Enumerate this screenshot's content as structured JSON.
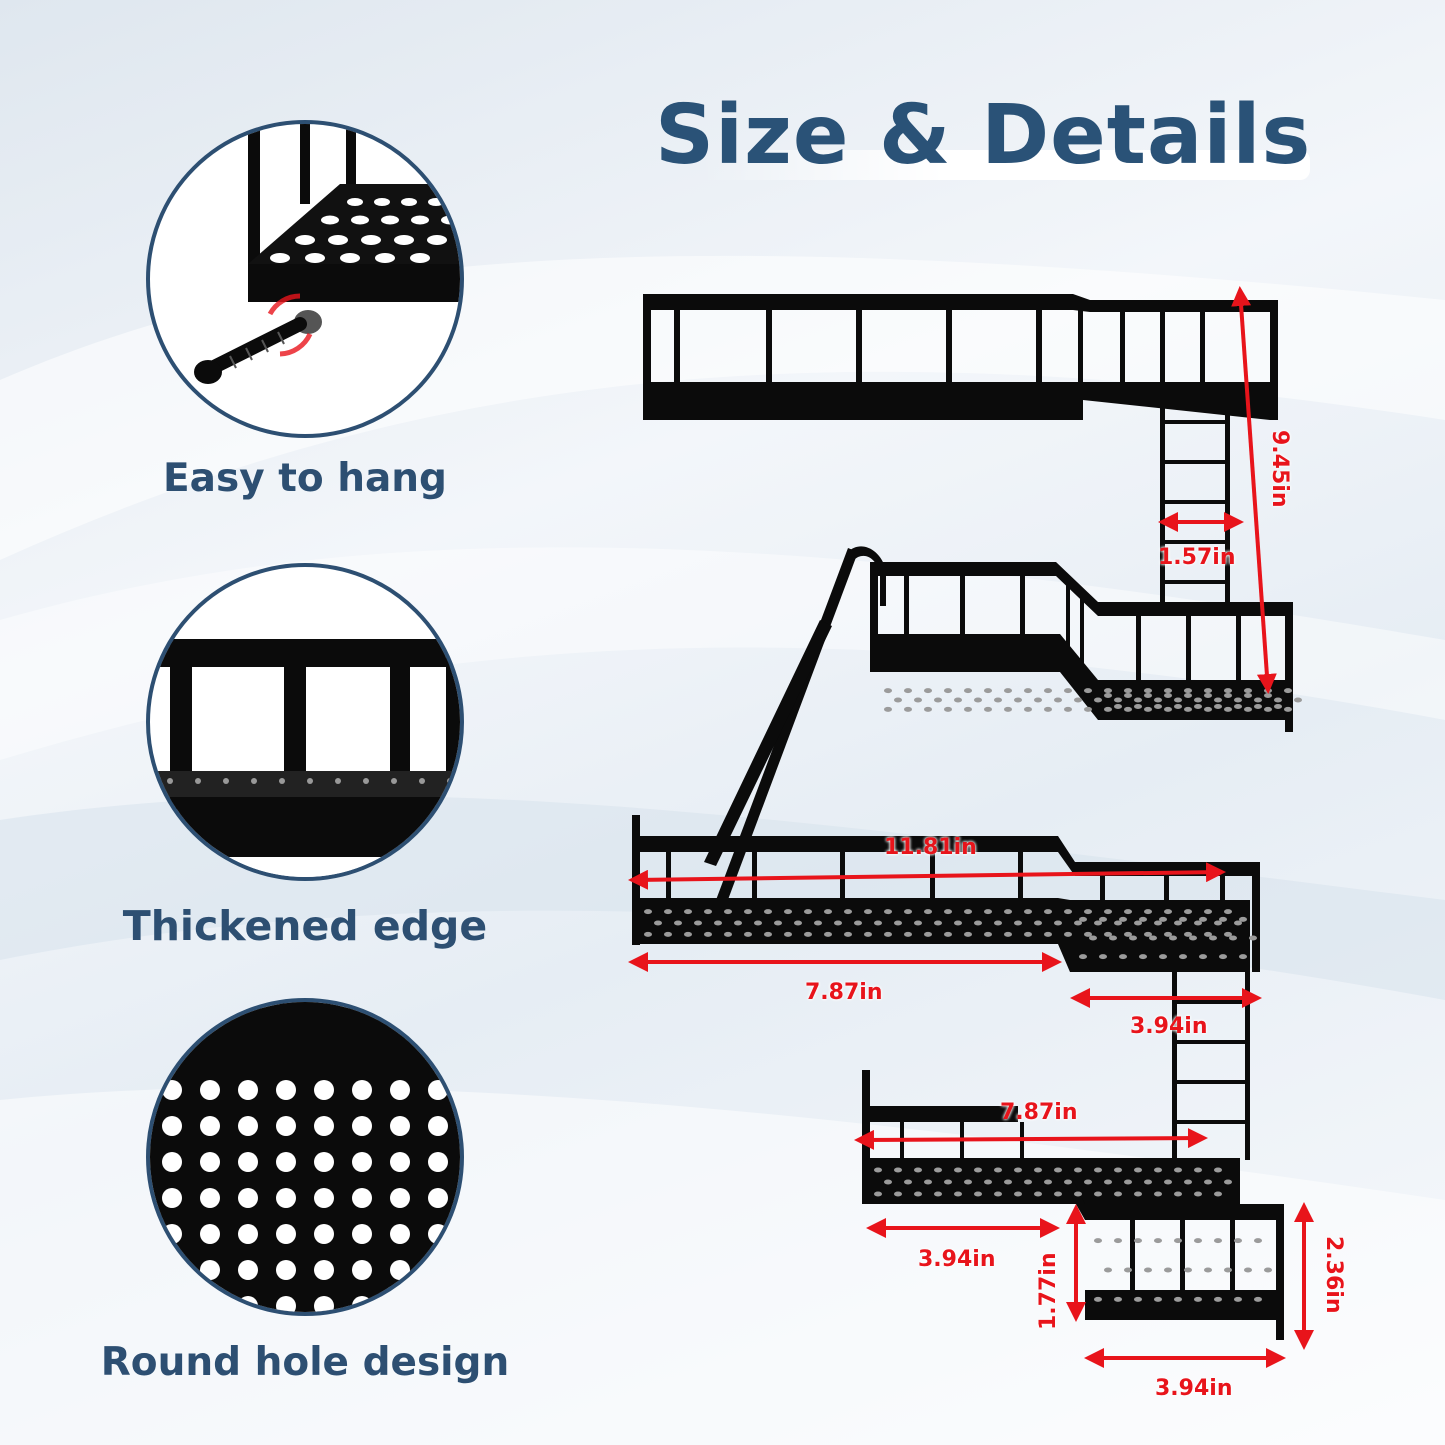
{
  "title": "Size & Details",
  "features": [
    {
      "label": "Easy to hang",
      "icon": "screw-icon"
    },
    {
      "label": "Thickened edge",
      "icon": "edge-icon"
    },
    {
      "label": "Round hole design",
      "icon": "perforated-icon"
    }
  ],
  "dimensions": {
    "height_total": "9.45in",
    "ladder_width": "1.57in",
    "tier3_length": "11.81in",
    "tier3_main": "7.87in",
    "tier3_step": "3.94in",
    "tier4_length": "7.87in",
    "tier4_main": "3.94in",
    "tier4_step": "3.94in",
    "tier4_step_height": "1.77in",
    "tier4_height": "2.36in"
  },
  "colors": {
    "accent": "#2a5277",
    "measure": "#e8141b",
    "product": "#0b0b0b"
  }
}
